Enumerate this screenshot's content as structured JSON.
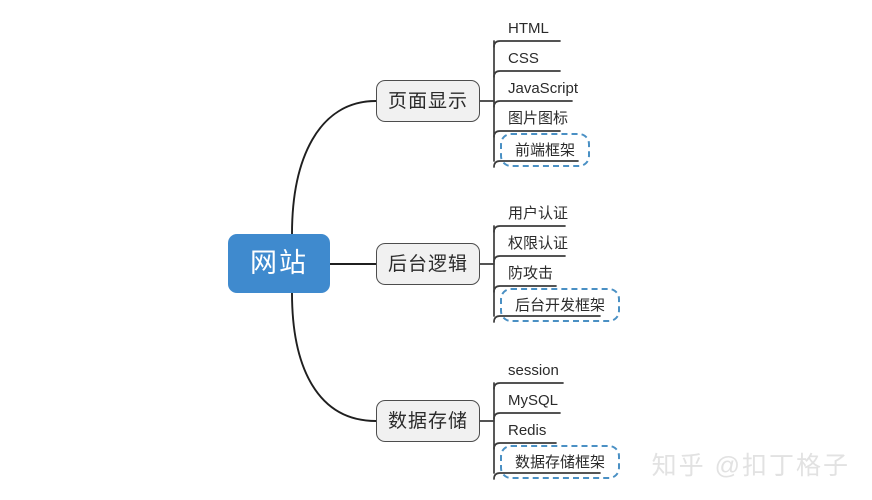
{
  "diagram": {
    "type": "mind-map",
    "background": "#ffffff",
    "root": {
      "label": "网站",
      "color": "#3f8ace",
      "text_color": "#ffffff"
    },
    "branch_style": {
      "fill": "#f1f1f1",
      "border": "#4d4d4d",
      "text_color": "#2b2b2b"
    },
    "highlight_color": "#4a90c4",
    "branches": [
      {
        "label": "页面显示",
        "leaves": [
          {
            "label": "HTML",
            "highlighted": false
          },
          {
            "label": "CSS",
            "highlighted": false
          },
          {
            "label": "JavaScript",
            "highlighted": false
          },
          {
            "label": "图片图标",
            "highlighted": false
          },
          {
            "label": "前端框架",
            "highlighted": true
          }
        ]
      },
      {
        "label": "后台逻辑",
        "leaves": [
          {
            "label": "用户认证",
            "highlighted": false
          },
          {
            "label": "权限认证",
            "highlighted": false
          },
          {
            "label": "防攻击",
            "highlighted": false
          },
          {
            "label": "后台开发框架",
            "highlighted": true
          }
        ]
      },
      {
        "label": "数据存储",
        "leaves": [
          {
            "label": "session",
            "highlighted": false
          },
          {
            "label": "MySQL",
            "highlighted": false
          },
          {
            "label": "Redis",
            "highlighted": false
          },
          {
            "label": "数据存储框架",
            "highlighted": true
          }
        ]
      }
    ]
  },
  "watermark": {
    "text": "知乎 @扣丁格子",
    "color": "#e2e2e2"
  }
}
